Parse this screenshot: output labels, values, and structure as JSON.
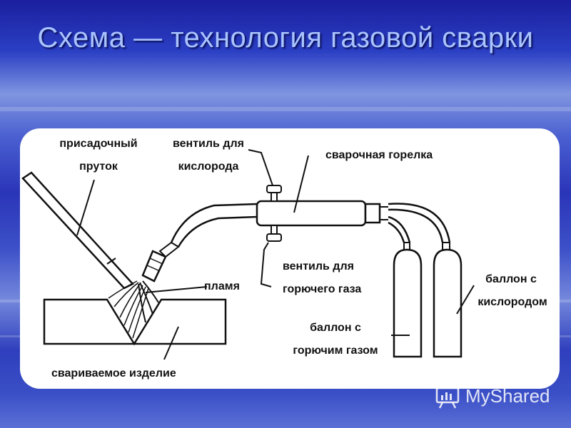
{
  "title": "Схема — технология газовой сварки",
  "labels": {
    "filler_rod": [
      "присадочный",
      "пруток"
    ],
    "oxygen_valve": [
      "вентиль для",
      "кислорода"
    ],
    "torch": "сварочная горелка",
    "flame": "пламя",
    "fuel_valve": [
      "вентиль для",
      "горючего газа"
    ],
    "oxygen_cylinder": [
      "баллон с",
      "кислородом"
    ],
    "fuel_cylinder": [
      "баллон с",
      "горючим газом"
    ],
    "workpiece": "свариваемое изделие"
  },
  "watermark": "MyShared",
  "colors": {
    "title": "#a9c4ff",
    "panel": "#ffffff",
    "ink": "#111111"
  }
}
